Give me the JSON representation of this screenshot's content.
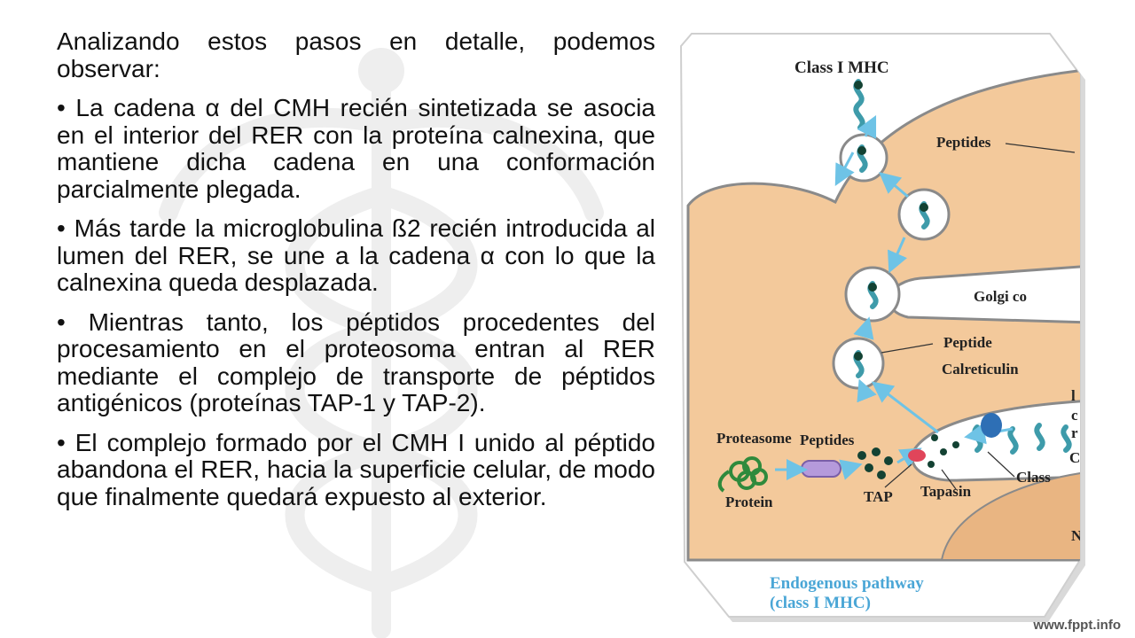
{
  "slide": {
    "paragraphs": [
      "Analizando estos pasos en detalle, podemos observar:",
      "• La cadena α del CMH recién sintetizada se asocia en el interior del RER con la proteína calnexina, que mantiene dicha cadena en una conformación parcialmente plegada.",
      "• Más tarde la microglobulina ß2 recién introducida al lumen del RER, se une a la cadena α con lo que la calnexina queda desplazada.",
      "• Mientras tanto, los péptidos procedentes del procesamiento en el proteosoma entran al RER mediante el complejo de transporte de péptidos antigénicos (proteínas TAP-1 y TAP-2).",
      "• El complejo formado por el CMH I unido al péptido abandona el RER, hacia la superficie celular, de modo que finalmente quedará expuesto al exterior."
    ],
    "footer": "www.fppt.info"
  },
  "figure": {
    "labels": {
      "class_mhc": "Class I MHC",
      "peptides_top": "Peptides",
      "golgi": "Golgi co",
      "peptide": "Peptide",
      "calreticulin": "Calreticulin",
      "peptides_bottom": "Peptides",
      "proteasome": "Proteasome",
      "protein": "Protein",
      "tap": "TAP",
      "tapasin": "Tapasin",
      "class": "Class",
      "edge_l": "l",
      "edge_c": "c",
      "edge_r": "r",
      "edge_C": "C",
      "edge_N": "N"
    },
    "caption": {
      "line1": "Endogenous pathway",
      "line2": "(class I MHC)"
    },
    "colors": {
      "cell": "#F3C99B",
      "membrane": "#8A8A8A",
      "vesicle": "#FFFFFF",
      "mhc": "#3E9BAA",
      "peptide_dot": "#134233",
      "arrow": "#6EC3E6",
      "protein": "#2F8A3C",
      "proteasome": "#B59ADB",
      "tap": "#E0455A",
      "calreticulin": "#2E6FB5",
      "nucleus": "#E9B582",
      "caption": "#4AA6D6"
    }
  }
}
